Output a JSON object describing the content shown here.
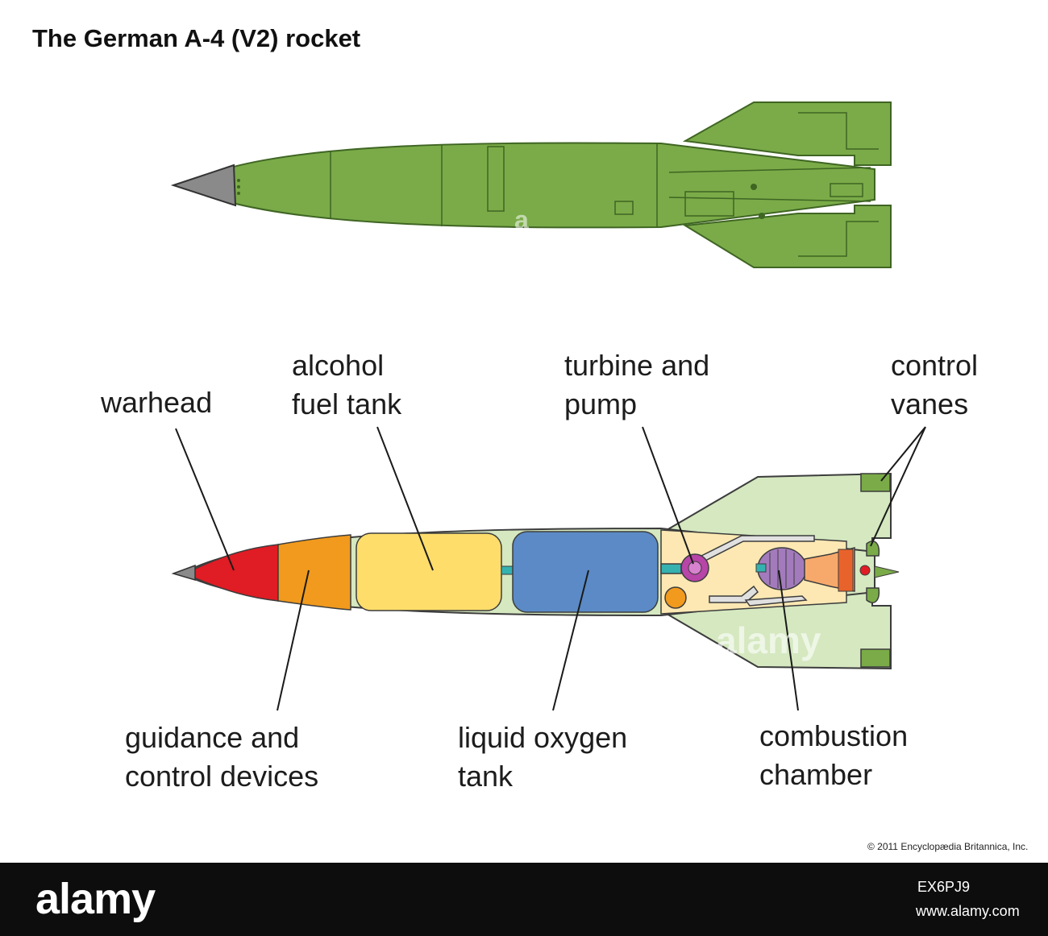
{
  "title": "The German A-4 (V2) rocket",
  "labels": {
    "warhead": "warhead",
    "alcohol_fuel_tank": "alcohol\nfuel tank",
    "turbine_and_pump": "turbine and\npump",
    "control_vanes": "control\nvanes",
    "guidance_and_control_devices": "guidance and\ncontrol devices",
    "liquid_oxygen_tank": "liquid oxygen\ntank",
    "combustion_chamber": "combustion\nchamber"
  },
  "copyright": "© 2011 Encyclopædia Britannica, Inc.",
  "footer": {
    "brand": "alamy",
    "image_id": "EX6PJ9",
    "site": "www.alamy.com"
  },
  "watermarks": {
    "upper": "a",
    "lower": "alamy"
  },
  "colors": {
    "rocket_green": "#7aab48",
    "warhead_red": "#e01c24",
    "guidance_orange": "#f19a1d",
    "fuel_yellow": "#fedd6b",
    "oxygen_blue": "#5b8ac6",
    "section_pale_green": "#d5e8c0",
    "engine_bay_cream": "#fde8b3",
    "combustion_purple": "#a37bbd",
    "nose_grey": "#8a8a8a"
  }
}
